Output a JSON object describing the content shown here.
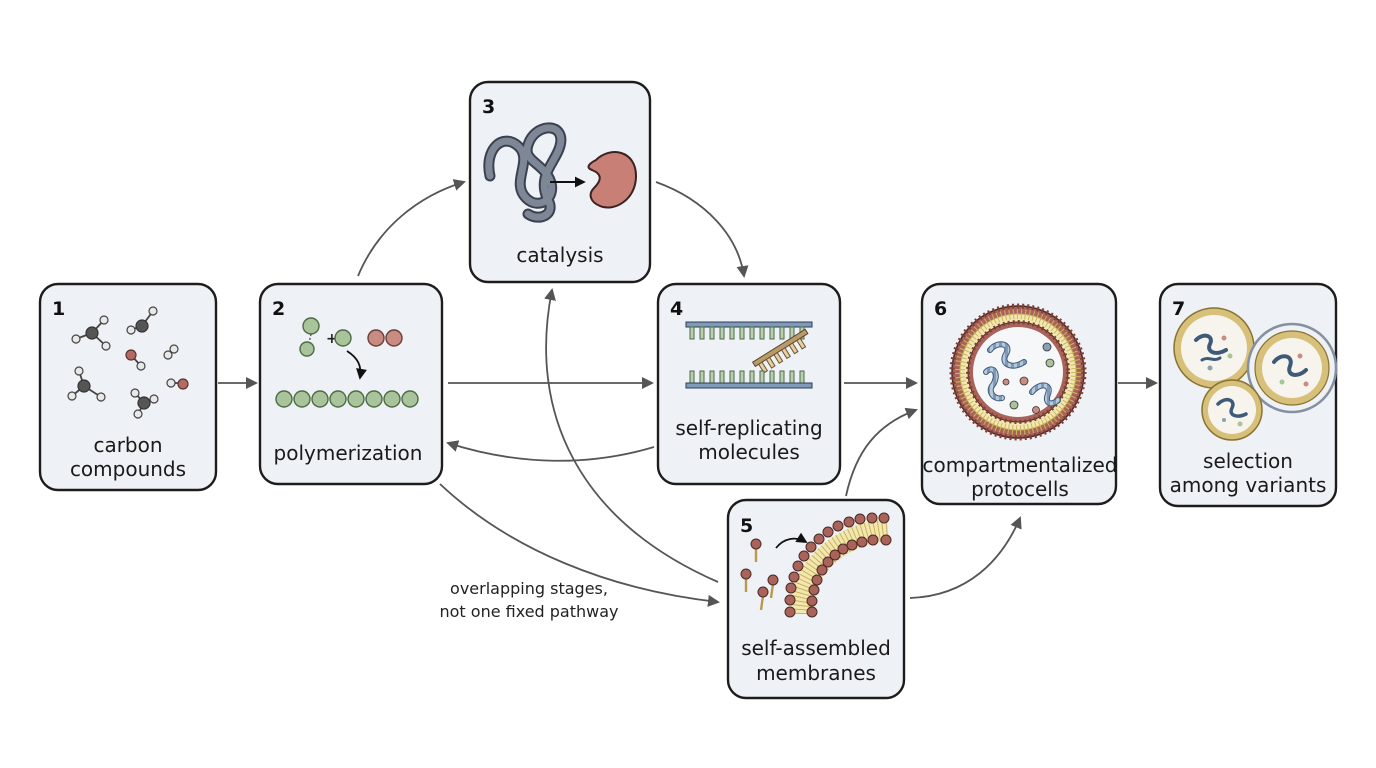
{
  "stages": [
    {
      "number": "1",
      "label_lines": [
        "carbon",
        "compounds"
      ]
    },
    {
      "number": "2",
      "label_lines": [
        "polymerization"
      ]
    },
    {
      "number": "3",
      "label_lines": [
        "catalysis"
      ]
    },
    {
      "number": "4",
      "label_lines": [
        "self-replicating",
        "molecules"
      ]
    },
    {
      "number": "5",
      "label_lines": [
        "self-assembled",
        "membranes"
      ]
    },
    {
      "number": "6",
      "label_lines": [
        "compartmentalized",
        "protocells"
      ]
    },
    {
      "number": "7",
      "label_lines": [
        "selection",
        "among variants"
      ]
    }
  ],
  "note_lines": [
    "overlapping stages,",
    "not one fixed pathway"
  ],
  "plus_sign": "+",
  "colors": {
    "box_fill": "#eef1f5",
    "box_stroke": "#1d1d1d",
    "arrow": "#555555",
    "green_bead": "#a9c49a",
    "red_bead": "#c98c82",
    "membrane_head": "#a9635a",
    "membrane_tail": "#f3e7b0",
    "protein": "#c77f76",
    "rna": "#7d8796"
  }
}
